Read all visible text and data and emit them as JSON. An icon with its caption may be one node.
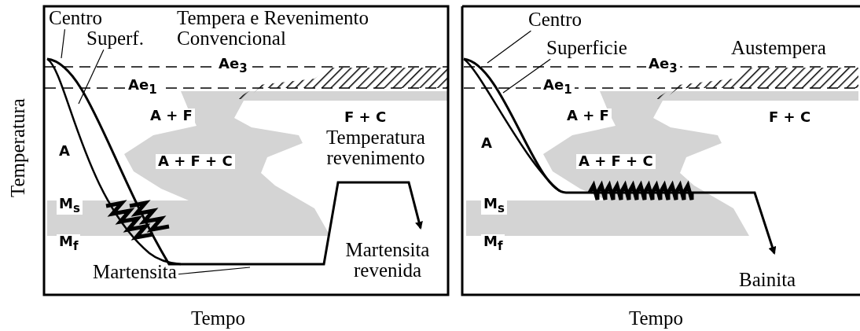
{
  "diagram": {
    "nodes": [
      {
        "text": [
          "Centro"
        ]
      },
      {
        "text": [
          "Superf."
        ]
      },
      {
        "text": [
          "Martensita"
        ]
      },
      {
        "text": [
          "Centro"
        ]
      },
      {
        "text": [
          "Superficie"
        ]
      }
    ],
    "edges": [
      {
        "from": 0,
        "to": null,
        "arrow": "none"
      },
      {
        "from": 1,
        "to": null,
        "arrow": "none"
      },
      {
        "from": 2,
        "to": null,
        "arrow": "none"
      },
      {
        "from": 3,
        "to": null,
        "arrow": "none"
      },
      {
        "from": 4,
        "to": null,
        "arrow": "none"
      }
    ],
    "labels": [
      "Temperatura",
      "Tempera e Revenimento Convencional",
      "Ae$_{3}$",
      "Ae$_{1}$",
      "A + F",
      "F + C",
      "Temperatura revenimento",
      "A",
      "A + F + C",
      "M$_{s}$",
      "M$_{f}$",
      "Martensita revenida",
      "Tempo",
      "Austempera",
      "Ae$_{3}$",
      "Ae$_{1}$",
      "A + F",
      "F + C",
      "A",
      "A + F + C",
      "M$_{s}$",
      "M$_{f}$",
      "Bainita",
      "Tempo"
    ]
  }
}
